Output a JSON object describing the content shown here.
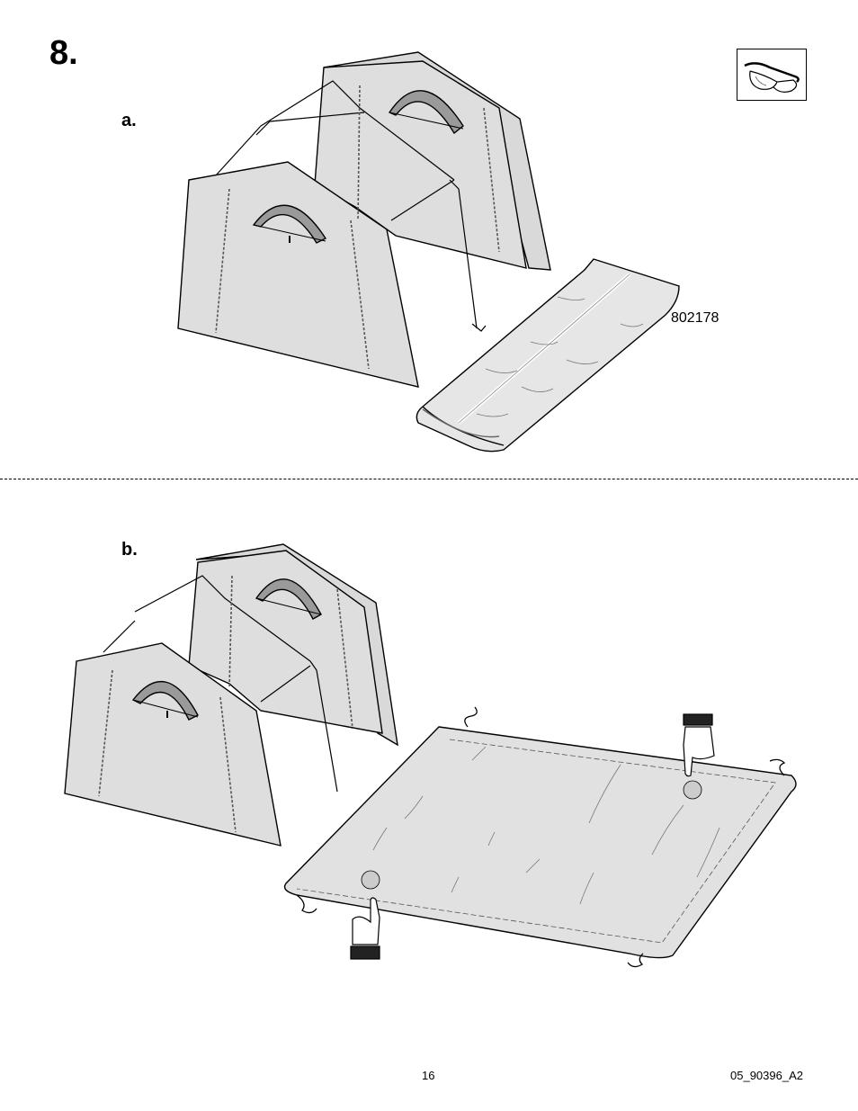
{
  "step": {
    "number": "8."
  },
  "sections": {
    "a": {
      "label": "a.",
      "part_number": "802178"
    },
    "b": {
      "label": "b."
    }
  },
  "icons": {
    "safety": "safety-goggles-icon",
    "hand_point_down": "pointing-hand-down-icon",
    "hand_point_up": "pointing-hand-up-icon"
  },
  "footer": {
    "page_number": "16",
    "doc_code": "05_90396_A2"
  }
}
